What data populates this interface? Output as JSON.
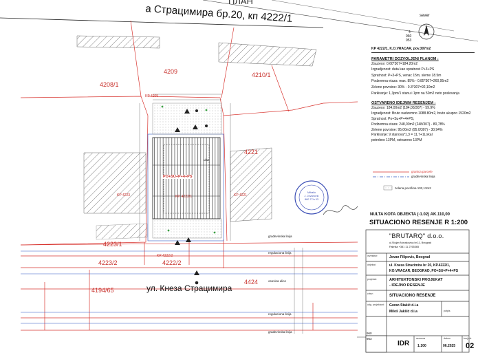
{
  "title_top": "а Страцимира бр.20, кп 4222/1",
  "title_top_fragment": "ПЛАН",
  "north": {
    "label": "sever",
    "scale_num": "4",
    "scale_a": "960",
    "scale_b": "953"
  },
  "parcels": {
    "p4209": "4209",
    "p4208": "4208/1",
    "p4210": "4210/1",
    "p4221": "4221",
    "p4223_1": "4223/1",
    "p4222_2": "4222/2",
    "p4223_2": "4223/2",
    "p4424": "4424",
    "p4194": "4194/65",
    "kp4209": "KP 4209",
    "kp4223": "KP 4223",
    "kp4221": "KP 4221",
    "kp4222_1": "KP. 4222/1",
    "kp4222_2": "KP 4222/2"
  },
  "building": {
    "floors": "PO+SU+P+4+PS"
  },
  "street": "ул. Кнеза Страцимира",
  "lines": {
    "reg_line_top": "regulaciona linija",
    "reg_line_bottom": "regulaciona linija",
    "grad_line_top": "građevinska linija",
    "grad_line_bottom": "građevinska linija",
    "osovina": "osovina ulice",
    "ulaz": "ulaz"
  },
  "params": {
    "header": "KP 4222/1, K.O.VRACAR, pov.307m2",
    "plan_title": "PARAMETRI DOZVOLJENI PLANOM :",
    "plan_lines": [
      "Zauzece: 0.60*307=184.20m2",
      "Izgradjenost: data kao spratnost P+3+PS",
      "Spratnost: P+3+PS, venac 15m, sleme 18.5m",
      "Podzemna etaza: max. 85% - 0.85*307=260,95m2",
      "Zelene povrsine: 30% - 0.3*307=92,10m2",
      "Parkiranje: 1,3pm/1 stanu i 1pm na 50m2 neto poslovanja"
    ],
    "achieved_title": "OSTVARENO IDEJNIM RESENJEM :",
    "achieved_lines": [
      "Zauzece: 184,00m2 (184,00/307) - 59.9%",
      "Izgradjenost: Bruto nadzemno 1088.80m2, bruto ukupno 1520m2",
      "Spratnost: Po+Su+P+4+PS,",
      "Podzemna etaza: 248,00m2 (248/307) - 80,78%",
      "Zelene povrsine: 95,00m2 (95.0/307) - 30,94%",
      "Parkiranje: 9 stanova*1,3 = 11,7+1LokaI",
      "potrebno 13PM,  ostvareno 13PM"
    ]
  },
  "legend": [
    {
      "label": "granica parcele",
      "color": "#d8342f"
    },
    {
      "label": "građevinska linija",
      "color": "#2b56c4"
    },
    {
      "label": "zelena površina 102,13m2",
      "color": "#6c6c6c"
    }
  ],
  "stamp": {
    "text_a": "Mihailo",
    "text_b": "J. Jovanović",
    "text_c": "860 77/u 03"
  },
  "elevation": "NULTA KOTA OBJEKTA (-1.02) AK.110,00",
  "plan_heading": "SITUACIONO RESENJE   R  1:200",
  "firm": {
    "name": "\"BRUTARQ\" d.o.o.",
    "addr1": "ul.Stojan Novakovica br.11,  Beograd",
    "addr2": "Fabrika          +381 11 2765365",
    "investor_label": "investitor:",
    "investor": "Jovan Filipovic, Beograd",
    "object_label": "objekat:",
    "object1": "ul. Kneza Stracimira br 20, KP.4222/1,",
    "object2": "KO.VRACAR, BEOGRAD, PO+SU+P+4+PS",
    "project_label": "projekat:",
    "project1": "ARHITEKTONSKI PROJEKAT",
    "project2": "- IDEJNO RESENJE",
    "sheet_label": "crtez:",
    "sheet": "SITUACIONO  RESENJE",
    "author_label": "odg. projektant:",
    "author1": "Goran Stakić d.i.a",
    "author2": "Miloš Jakšić d.i.a",
    "sign_label": "potpis",
    "phase": "IDR",
    "scale_label": "razmera",
    "scale": "1:200",
    "date_label": "datum",
    "date": "06.2025",
    "no_label": "broj crt.",
    "no": "02"
  },
  "corner_marks": {
    "a": "960",
    "b": "953"
  }
}
